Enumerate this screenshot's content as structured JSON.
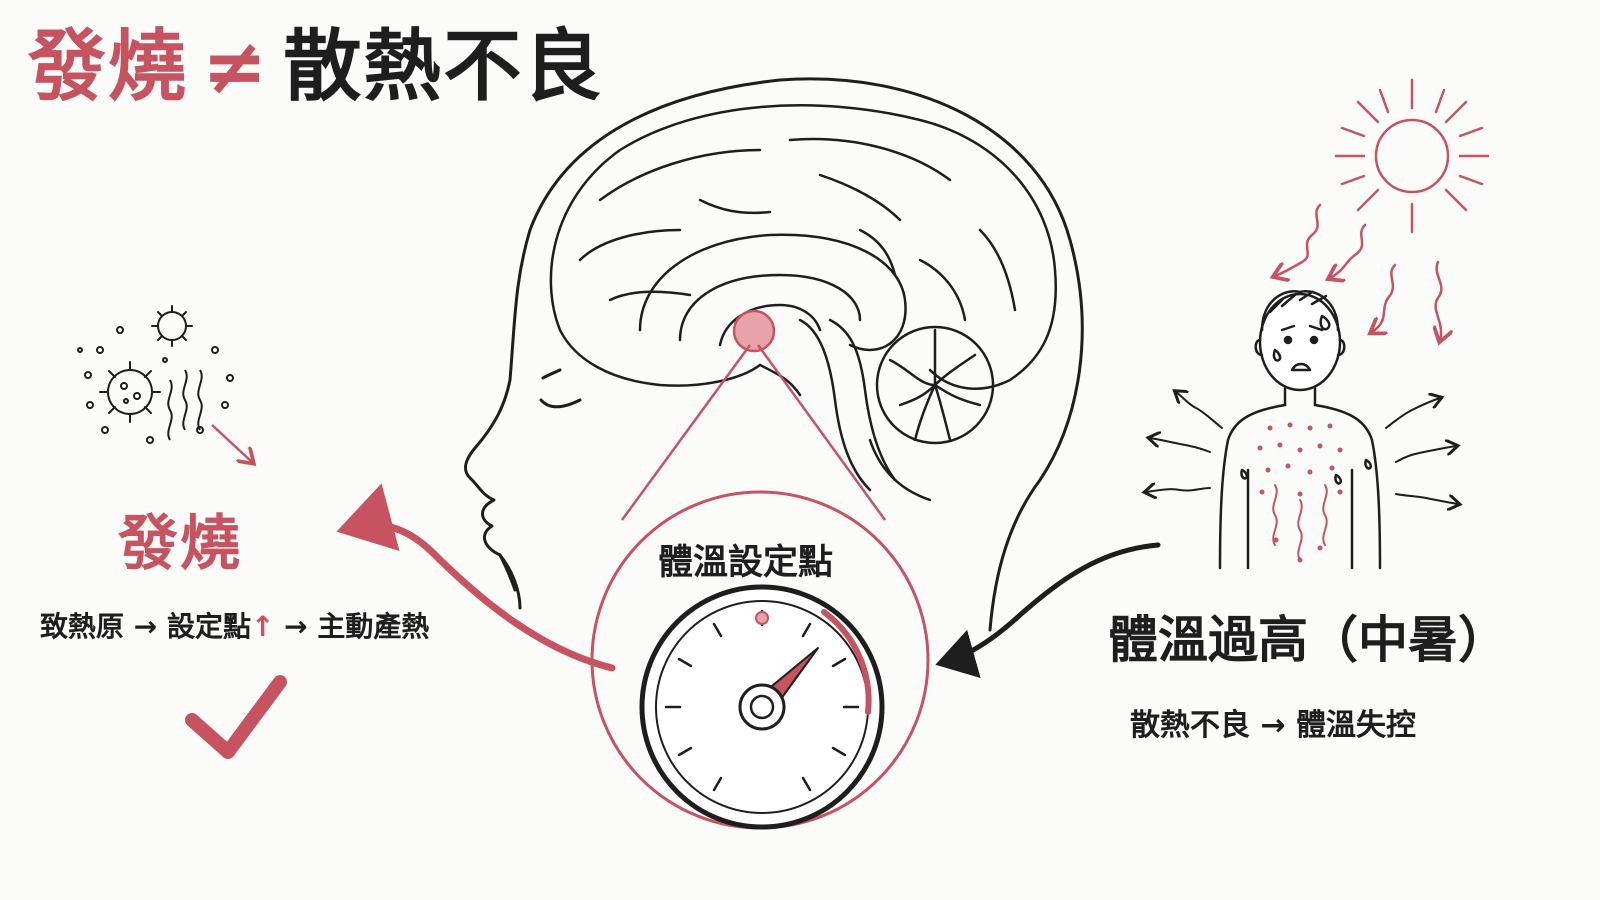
{
  "title": {
    "fever": "發燒",
    "neq": "≠",
    "poor_heat": "散熱不良"
  },
  "left": {
    "label": "發燒",
    "desc_part1": "致熱原 → 設定點",
    "desc_up": "↑",
    "desc_part2": " → 主動產熱"
  },
  "center": {
    "setpoint_label": "體溫設定點"
  },
  "right": {
    "label": "體溫過高（中暑）",
    "desc": "散熱不良 → 體溫失控"
  },
  "colors": {
    "accent": "#c75360",
    "ink": "#1e1e1e",
    "background": "#fbfbfa"
  },
  "icons": [
    "virus-icon",
    "check-icon",
    "thermostat-gauge-icon",
    "sun-icon",
    "sweating-person-icon",
    "brain-icon"
  ]
}
